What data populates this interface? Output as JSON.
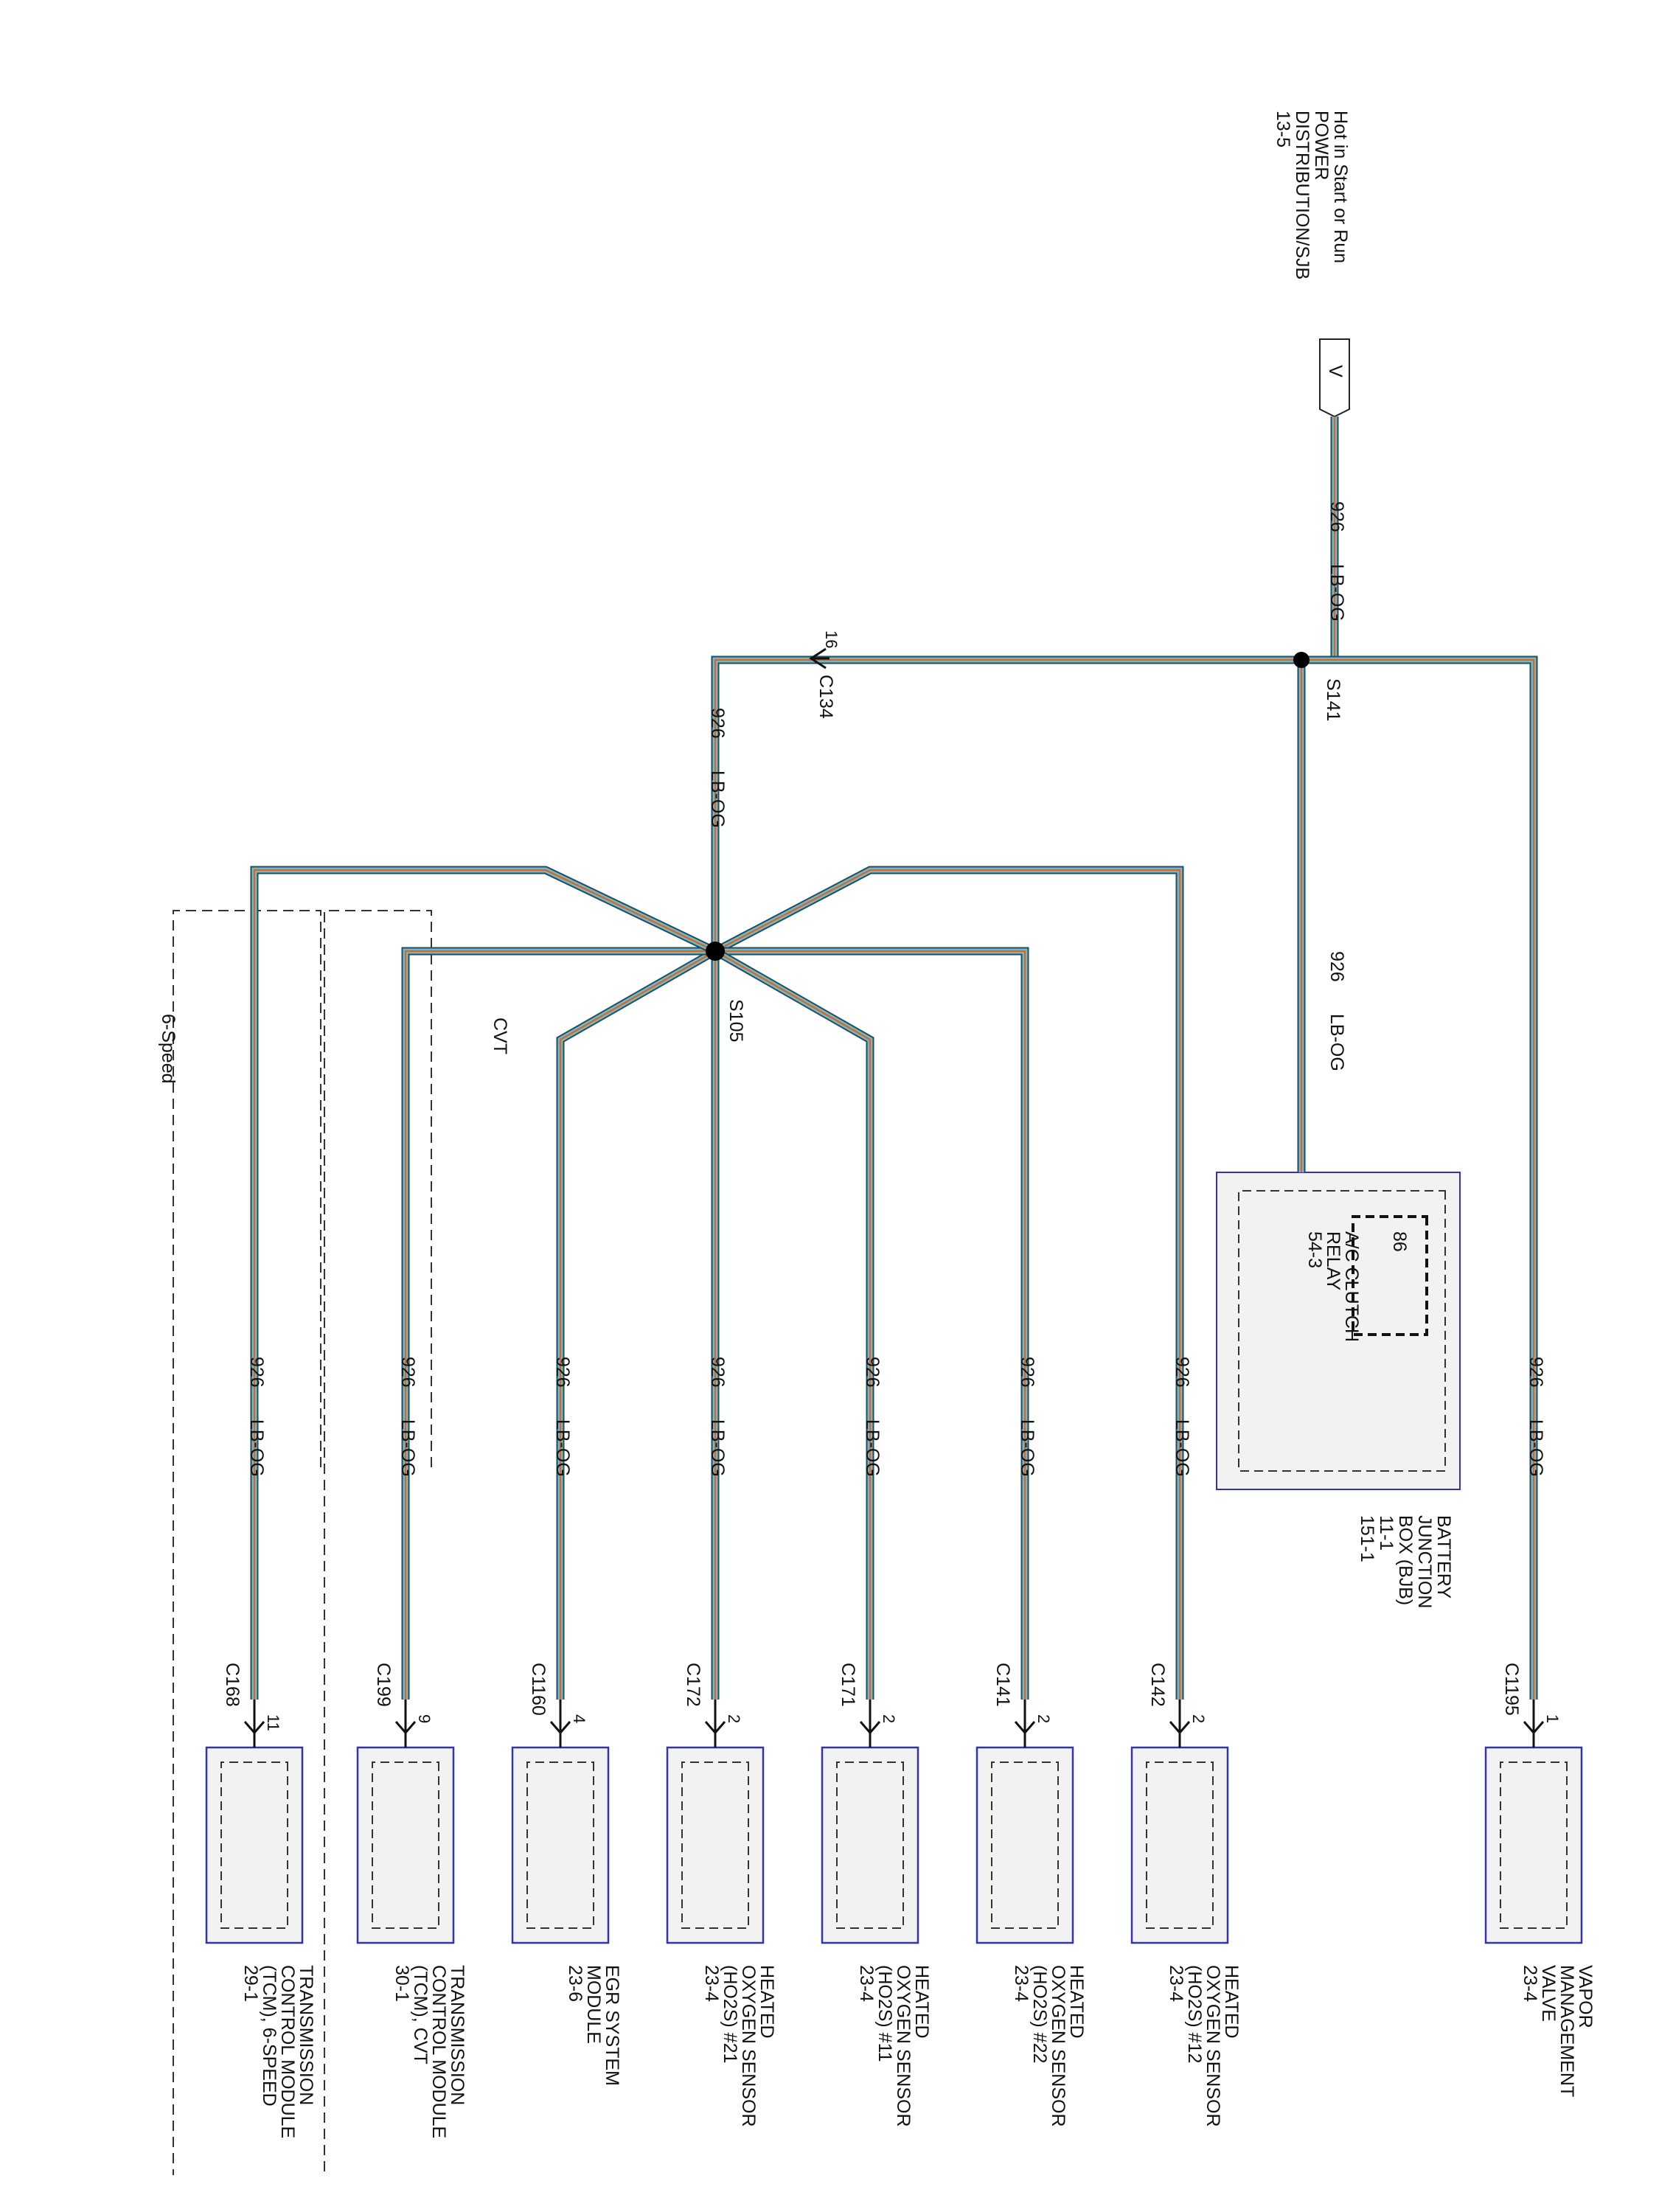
{
  "source": {
    "lines": [
      "Hot in Start or Run",
      "POWER",
      "DISTRIBUTION/SJB",
      "13-5"
    ],
    "connector_letter": "V"
  },
  "wire": {
    "circuit": "926",
    "color_code": "LB-OG",
    "colors": {
      "outer": "#1e4f5c",
      "base": "#7fb3c8",
      "tracer": "#d2691e"
    }
  },
  "splices": {
    "s141": "S141",
    "s105": "S105"
  },
  "inline_connector": {
    "name": "C134",
    "pin": "16"
  },
  "relay": {
    "lines": [
      "A/C CLUTCH",
      "RELAY",
      "54-3"
    ],
    "pin": "86"
  },
  "bjb": {
    "lines": [
      "BATTERY",
      "JUNCTION",
      "BOX (BJB)",
      "11-1",
      "151-1"
    ]
  },
  "groups": {
    "cvt": "CVT",
    "six_speed": "6-Speed"
  },
  "components": [
    {
      "id": "vmv",
      "connector": "C1195",
      "pin": "1",
      "lines": [
        "VAPOR",
        "MANAGEMENT",
        "VALVE",
        "23-4"
      ]
    },
    {
      "id": "ho2s12",
      "connector": "C142",
      "pin": "2",
      "lines": [
        "HEATED",
        "OXYGEN SENSOR",
        "(HO2S) #12",
        "23-4"
      ]
    },
    {
      "id": "ho2s22",
      "connector": "C141",
      "pin": "2",
      "lines": [
        "HEATED",
        "OXYGEN SENSOR",
        "(HO2S) #22",
        "23-4"
      ]
    },
    {
      "id": "ho2s11",
      "connector": "C171",
      "pin": "2",
      "lines": [
        "HEATED",
        "OXYGEN SENSOR",
        "(HO2S) #11",
        "23-4"
      ]
    },
    {
      "id": "ho2s21",
      "connector": "C172",
      "pin": "2",
      "lines": [
        "HEATED",
        "OXYGEN SENSOR",
        "(HO2S) #21",
        "23-4"
      ]
    },
    {
      "id": "egr",
      "connector": "C1160",
      "pin": "4",
      "lines": [
        "EGR SYSTEM",
        "MODULE",
        "23-6"
      ]
    },
    {
      "id": "tcm-cvt",
      "connector": "C199",
      "pin": "9",
      "lines": [
        "TRANSMISSION",
        "CONTROL MODULE",
        "(TCM), CVT",
        "30-1"
      ]
    },
    {
      "id": "tcm-6spd",
      "connector": "C168",
      "pin": "11",
      "lines": [
        "TRANSMISSION",
        "CONTROL MODULE",
        "(TCM), 6-SPEED",
        "29-1"
      ]
    }
  ]
}
